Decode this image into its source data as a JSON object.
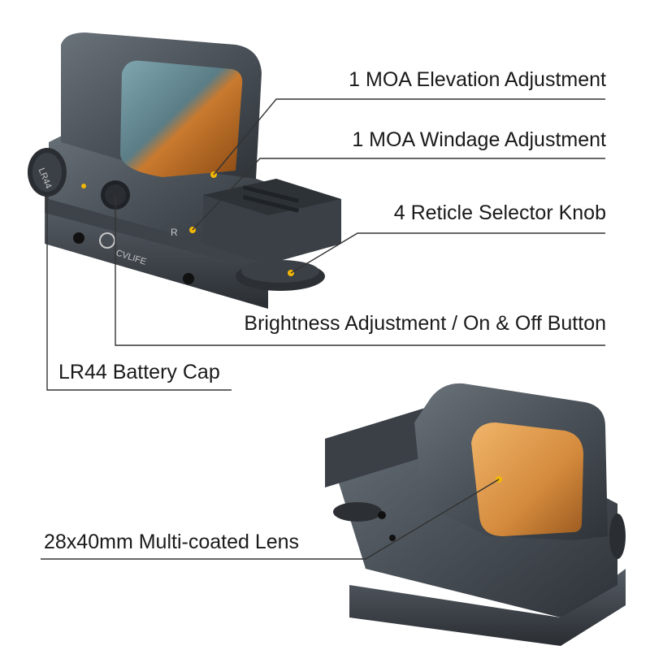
{
  "callouts": {
    "elevation": "1 MOA Elevation Adjustment",
    "windage": "1 MOA Windage Adjustment",
    "reticle_knob": "4 Reticle Selector Knob",
    "brightness": "Brightness Adjustment / On & Off Button",
    "battery": "LR44 Battery Cap",
    "lens": "28x40mm Multi-coated Lens"
  },
  "product_marks": {
    "brand": "CVLIFE",
    "battery_cap": "LR44",
    "turret_letter": "R"
  },
  "colors": {
    "background": "#ffffff",
    "housing": "#4a5158",
    "housing_dark": "#2e3338",
    "lens_tint": "#c97a2e",
    "glass_blue": "#7fa6b0",
    "leader_line": "#333333",
    "dot": "#f2b705"
  }
}
